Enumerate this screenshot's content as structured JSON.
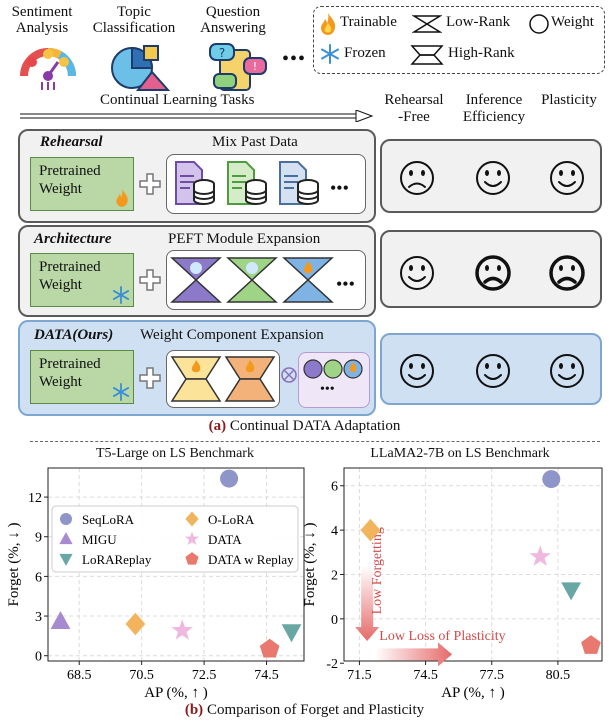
{
  "tasks": [
    {
      "label": "Sentiment\nAnalysis"
    },
    {
      "label": "Topic\nClassification"
    },
    {
      "label": "Question\nAnswering"
    }
  ],
  "tasks_ellipsis": "•••",
  "legend": {
    "trainable": "Trainable",
    "frozen": "Frozen",
    "low_rank": "Low-Rank",
    "high_rank": "High-Rank",
    "weight": "Weight"
  },
  "arrow_label": "Continual Learning Tasks",
  "criteria": [
    "Rehearsal\n-Free",
    "Inference\nEfficiency",
    "Plasticity"
  ],
  "panels": [
    {
      "title": "Rehearsal",
      "subtitle": "Mix Past Data",
      "weight": "Pretrained\nWeight",
      "faces": [
        "sad",
        "happy",
        "happy"
      ]
    },
    {
      "title": "Architecture",
      "subtitle": "PEFT Module Expansion",
      "weight": "Pretrained\nWeight",
      "faces": [
        "happy",
        "sad-bold",
        "sad-bold"
      ]
    },
    {
      "title": "DATA(Ours)",
      "subtitle": "Weight Component Expansion",
      "weight": "Pretrained\nWeight",
      "faces": [
        "happy",
        "happy",
        "happy"
      ]
    }
  ],
  "ellipsis": "•••",
  "caption_a": {
    "tag": "(a)",
    "text": " Continual DATA Adaptation"
  },
  "caption_b": {
    "tag": "(b)",
    "text": " Comparison of Forget and Plasticity"
  },
  "colors": {
    "seqlora": "#8e96c9",
    "olora": "#f1b35b",
    "migu": "#a78bd0",
    "data": "#f0b8df",
    "lorareplay": "#69a7a4",
    "data_replay": "#e9796e",
    "arrow_red": "#e66a6a"
  },
  "chart_data": [
    {
      "type": "scatter",
      "title": "T5-Large on LS Benchmark",
      "xlabel": "AP (%, ↑ )",
      "ylabel": "Forget (%, ↓ )",
      "xlim": [
        67.5,
        75.7
      ],
      "ylim": [
        -0.4,
        14.2
      ],
      "xticks": [
        68.5,
        70.5,
        72.5,
        74.5
      ],
      "yticks": [
        0,
        3,
        6,
        9,
        12
      ],
      "grid": true,
      "legend_position": "upper-left",
      "series": [
        {
          "name": "SeqLoRA",
          "marker": "circle",
          "points": [
            [
              73.3,
              13.4
            ]
          ]
        },
        {
          "name": "O-LoRA",
          "marker": "diamond",
          "points": [
            [
              70.3,
              2.4
            ]
          ]
        },
        {
          "name": "MIGU",
          "marker": "triangle-up",
          "points": [
            [
              67.9,
              2.6
            ]
          ]
        },
        {
          "name": "DATA",
          "marker": "star",
          "points": [
            [
              71.8,
              1.9
            ]
          ]
        },
        {
          "name": "LoRAReplay",
          "marker": "triangle-down",
          "points": [
            [
              75.3,
              1.8
            ]
          ]
        },
        {
          "name": "DATA w Replay",
          "marker": "pentagon",
          "points": [
            [
              74.6,
              0.5
            ]
          ]
        }
      ]
    },
    {
      "type": "scatter",
      "title": "LLaMA2-7B on LS Benchmark",
      "xlabel": "AP (%, ↑ )",
      "ylabel": "Forget (%, ↓ )",
      "xlim": [
        70.8,
        82.5
      ],
      "ylim": [
        -1.9,
        6.8
      ],
      "xticks": [
        71.5,
        74.5,
        77.5,
        80.5
      ],
      "yticks": [
        -2,
        0,
        2,
        4,
        6
      ],
      "grid": true,
      "annotations": [
        "Low Forgetting",
        "Low Loss of Plasticity"
      ],
      "series": [
        {
          "name": "SeqLoRA",
          "marker": "circle",
          "points": [
            [
              80.2,
              6.3
            ]
          ]
        },
        {
          "name": "O-LoRA",
          "marker": "diamond",
          "points": [
            [
              72.0,
              4.0
            ]
          ]
        },
        {
          "name": "DATA",
          "marker": "star",
          "points": [
            [
              79.7,
              2.8
            ]
          ]
        },
        {
          "name": "LoRAReplay",
          "marker": "triangle-down",
          "points": [
            [
              81.1,
              1.3
            ]
          ]
        },
        {
          "name": "DATA w Replay",
          "marker": "pentagon",
          "points": [
            [
              82.0,
              -1.2
            ]
          ]
        }
      ]
    }
  ]
}
